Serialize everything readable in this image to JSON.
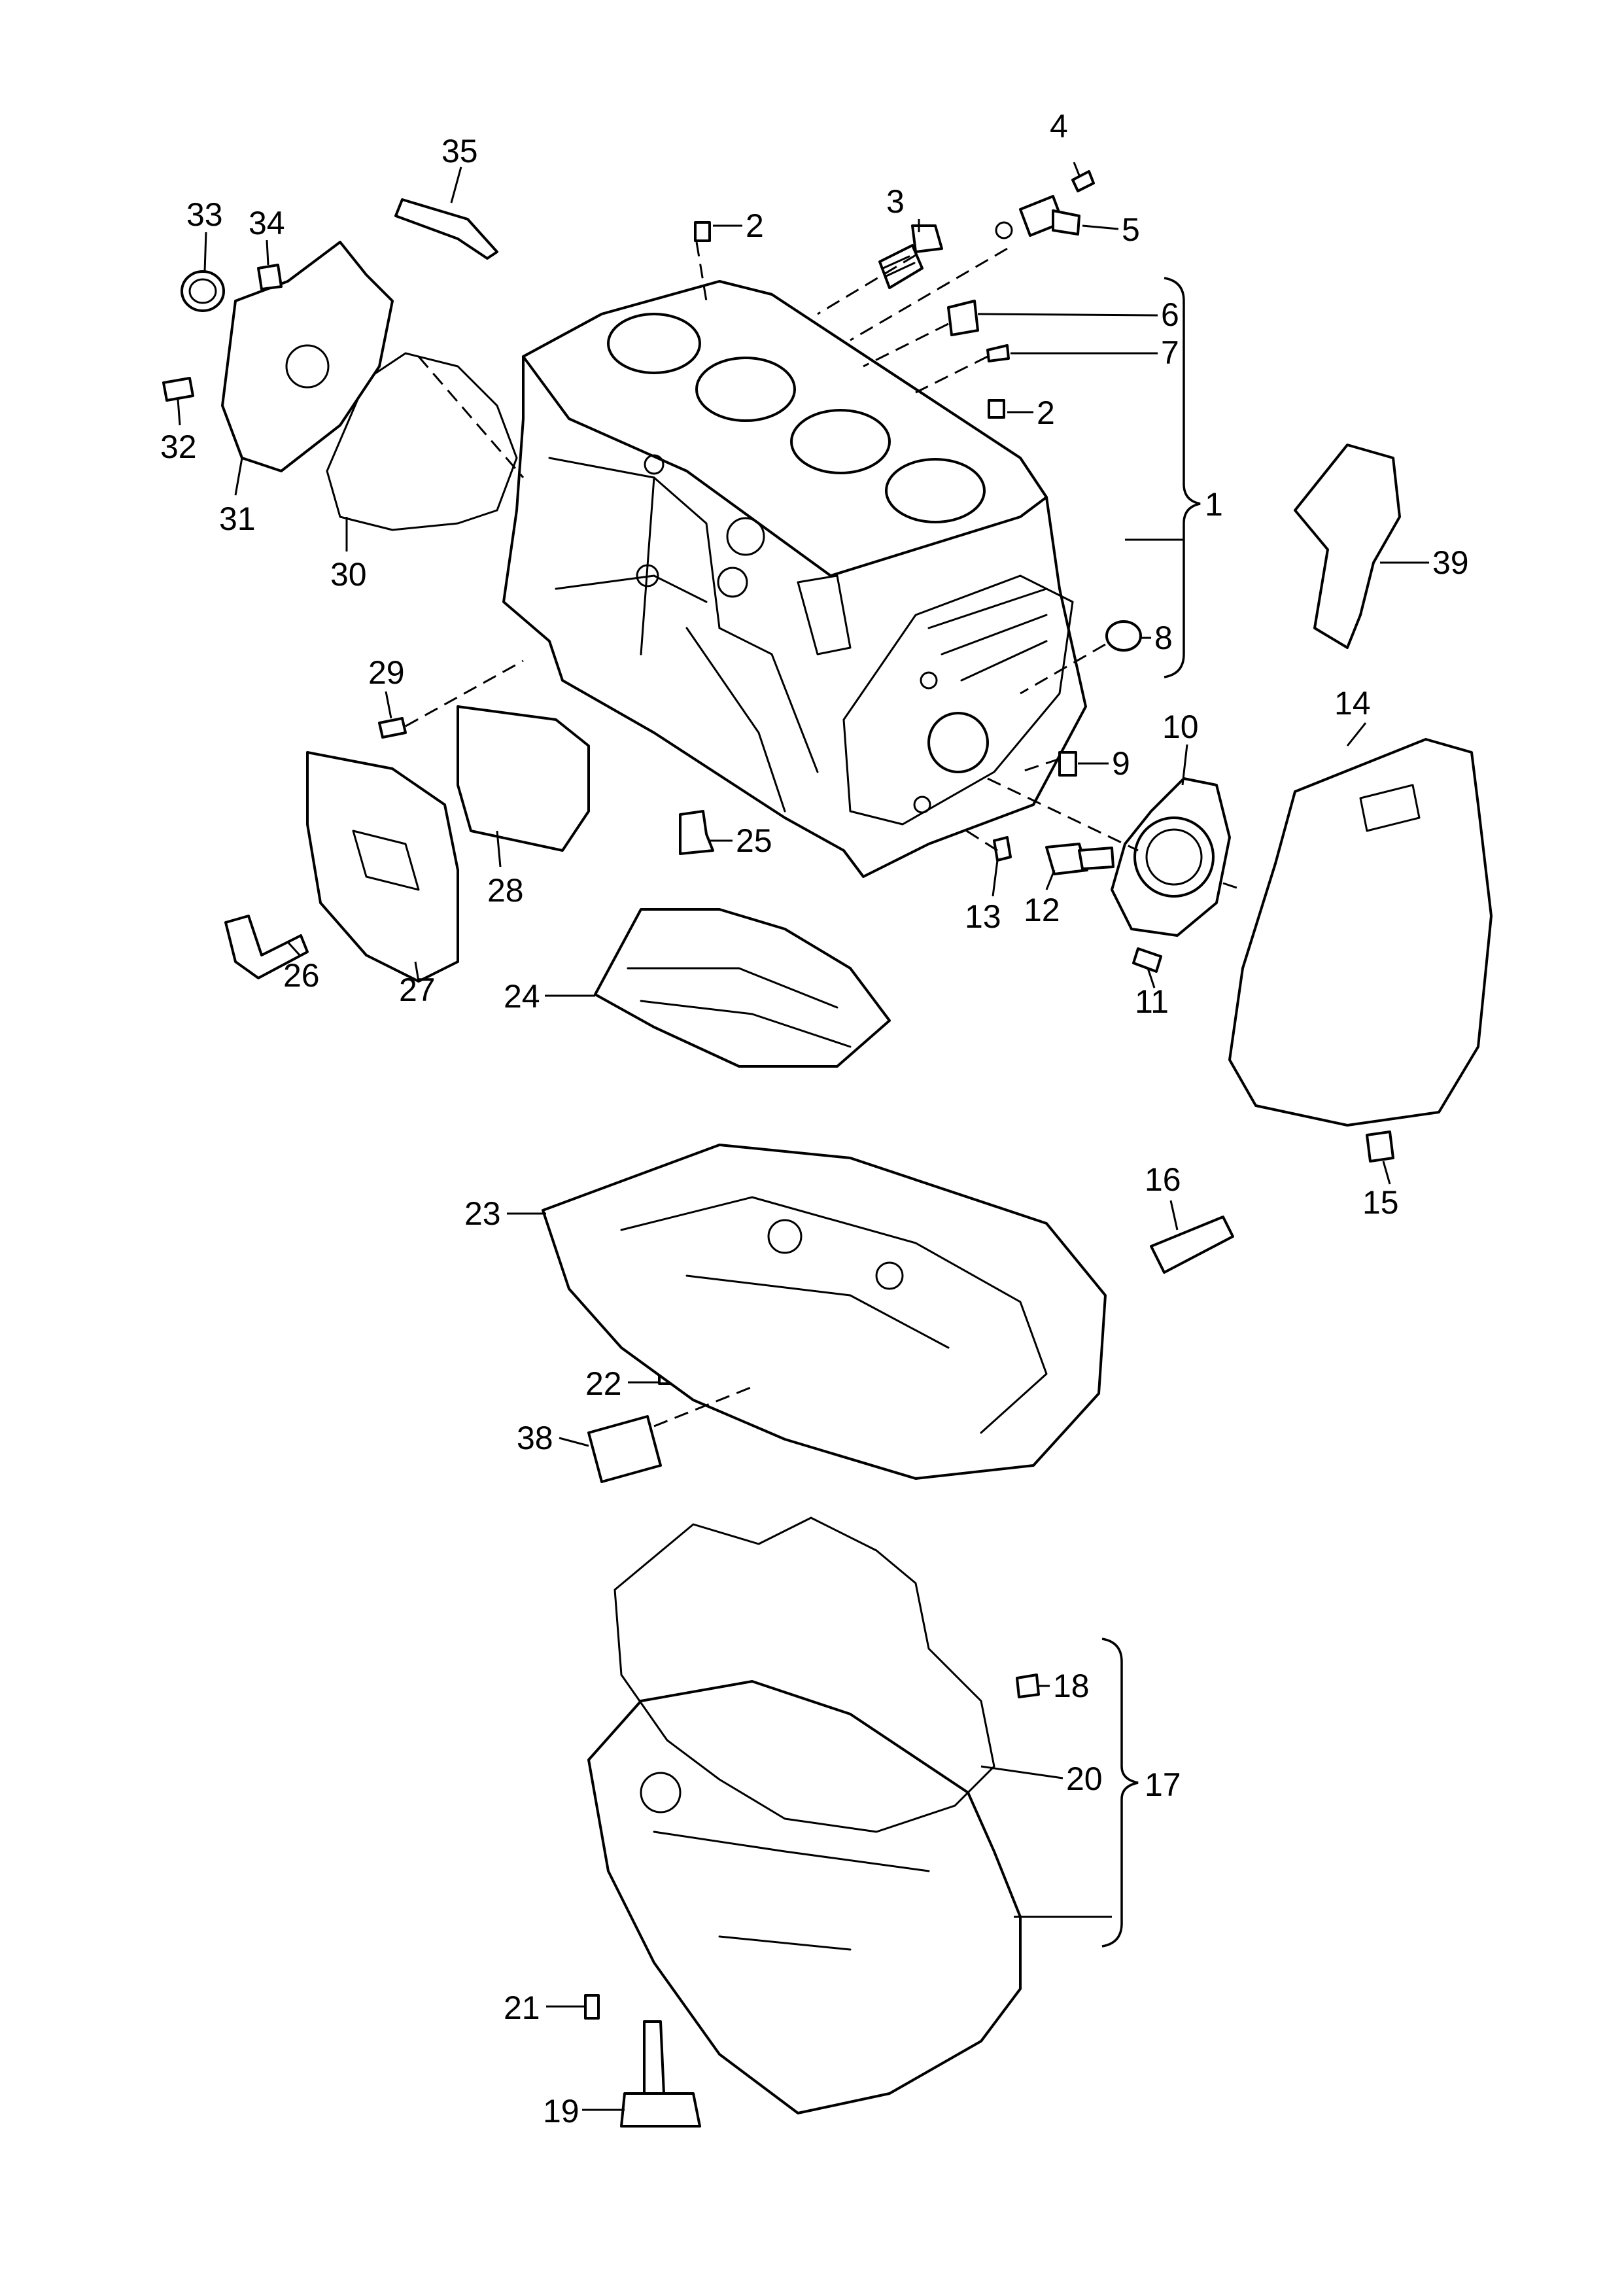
{
  "callouts": [
    {
      "id": "1",
      "label": "1"
    },
    {
      "id": "2a",
      "label": "2"
    },
    {
      "id": "2b",
      "label": "2"
    },
    {
      "id": "3",
      "label": "3"
    },
    {
      "id": "4",
      "label": "4"
    },
    {
      "id": "5",
      "label": "5"
    },
    {
      "id": "6",
      "label": "6"
    },
    {
      "id": "7",
      "label": "7"
    },
    {
      "id": "8",
      "label": "8"
    },
    {
      "id": "9",
      "label": "9"
    },
    {
      "id": "10",
      "label": "10"
    },
    {
      "id": "11",
      "label": "11"
    },
    {
      "id": "12",
      "label": "12"
    },
    {
      "id": "13",
      "label": "13"
    },
    {
      "id": "14",
      "label": "14"
    },
    {
      "id": "15",
      "label": "15"
    },
    {
      "id": "16",
      "label": "16"
    },
    {
      "id": "17",
      "label": "17"
    },
    {
      "id": "18",
      "label": "18"
    },
    {
      "id": "19",
      "label": "19"
    },
    {
      "id": "20",
      "label": "20"
    },
    {
      "id": "21",
      "label": "21"
    },
    {
      "id": "22",
      "label": "22"
    },
    {
      "id": "23",
      "label": "23"
    },
    {
      "id": "24",
      "label": "24"
    },
    {
      "id": "25",
      "label": "25"
    },
    {
      "id": "26",
      "label": "26"
    },
    {
      "id": "27",
      "label": "27"
    },
    {
      "id": "28",
      "label": "28"
    },
    {
      "id": "29",
      "label": "29"
    },
    {
      "id": "30",
      "label": "30"
    },
    {
      "id": "31",
      "label": "31"
    },
    {
      "id": "32",
      "label": "32"
    },
    {
      "id": "33",
      "label": "33"
    },
    {
      "id": "34",
      "label": "34"
    },
    {
      "id": "35",
      "label": "35"
    },
    {
      "id": "38",
      "label": "38"
    },
    {
      "id": "39",
      "label": "39"
    }
  ]
}
